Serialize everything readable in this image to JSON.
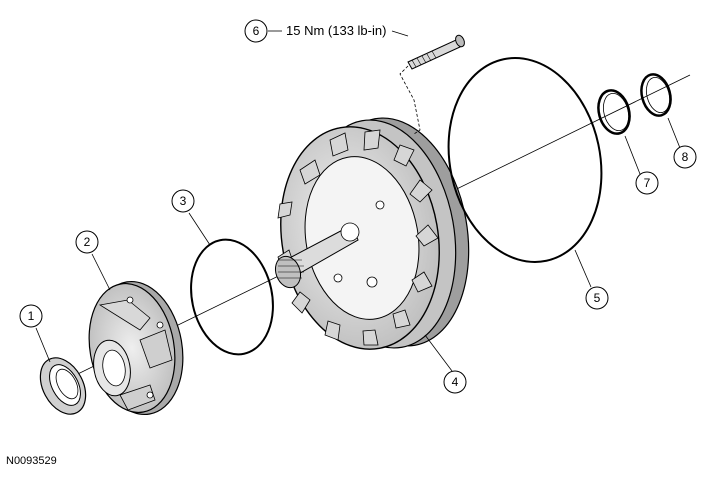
{
  "figure_id": "N0093529",
  "torque_spec": "15 Nm (133 lb-in)",
  "callouts": [
    "1",
    "2",
    "3",
    "4",
    "5",
    "6",
    "7",
    "8"
  ],
  "colors": {
    "line": "#000000",
    "background": "#ffffff",
    "shade": "#d9d9d9"
  }
}
